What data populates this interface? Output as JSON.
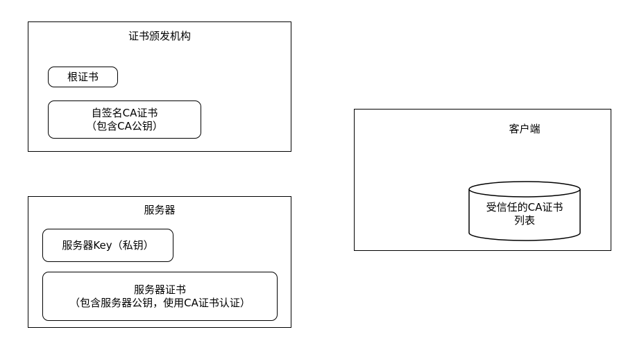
{
  "ca": {
    "title": "证书颁发机构",
    "root_cert": "根证书",
    "self_signed_line1": "自签名CA证书",
    "self_signed_line2": "（包含CA公钥）"
  },
  "server": {
    "title": "服务器",
    "key": "服务器Key（私钥）",
    "cert_line1": "服务器证书",
    "cert_line2": "（包含服务器公钥，使用CA证书认证）"
  },
  "client": {
    "title": "客户端",
    "trusted_line1": "受信任的CA证书",
    "trusted_line2": "列表"
  }
}
